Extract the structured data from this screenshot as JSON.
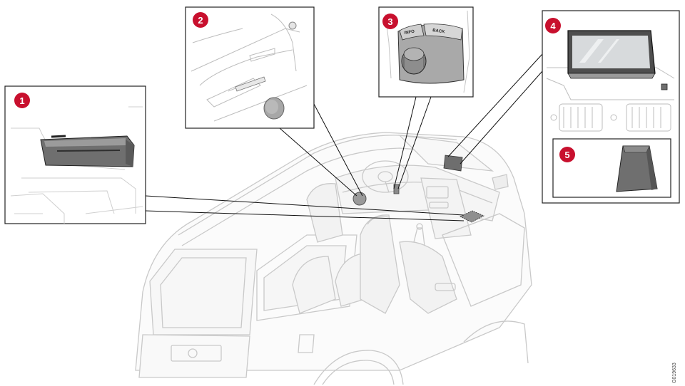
{
  "callouts": [
    "1",
    "2",
    "3",
    "4",
    "5"
  ],
  "control_labels": {
    "left_button": "INFO",
    "right_button": "BACK"
  },
  "reference_code": "G019633",
  "colors": {
    "callout_badge": "#c8102e",
    "line_art": "#c9c9c9",
    "component_fill": "#7a7a7a",
    "frame": "#222222"
  }
}
